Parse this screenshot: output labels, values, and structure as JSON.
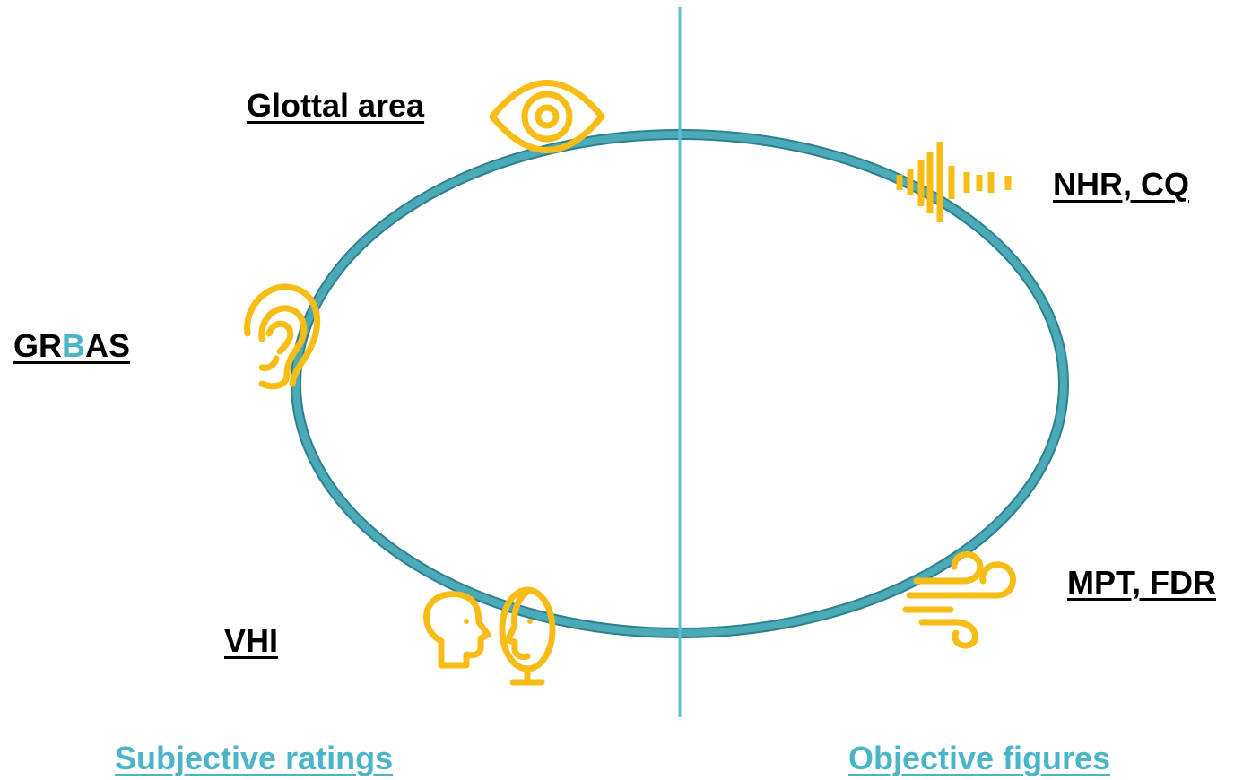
{
  "labels": {
    "glottal_area": "Glottal area",
    "nhr_cq": "NHR, CQ",
    "grbas_prefix": "GR",
    "grbas_highlight": "B",
    "grbas_suffix": "AS",
    "mpt_fdr": "MPT, FDR",
    "vhi": "VHI"
  },
  "footer": {
    "subjective": "Subjective ratings",
    "objective": "Objective figures"
  },
  "icons": {
    "glottal_area": "eye-icon",
    "nhr_cq": "sound-wave-icon",
    "grbas": "ear-icon",
    "mpt_fdr": "wind-icon",
    "vhi": "heads-facing-icon"
  },
  "colors": {
    "ellipse_fill": "#4aaab8",
    "ellipse_stroke": "#2f7f8c",
    "divider": "#5bbfd1",
    "icon": "#f7bd16",
    "accent_text": "#4ab5c9",
    "text": "#000000"
  }
}
